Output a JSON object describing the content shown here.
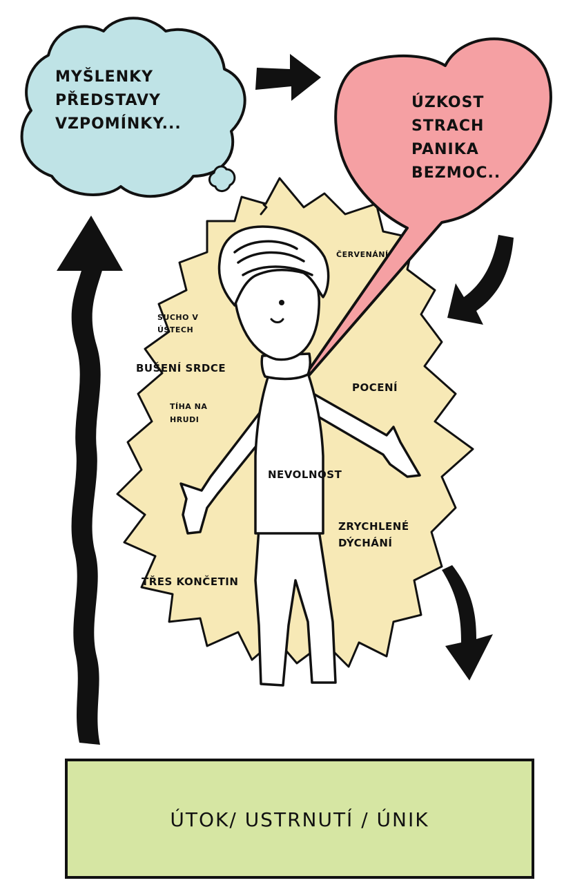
{
  "thoughts": {
    "lines": [
      "MYŠLENKY",
      "PŘEDSTAVY",
      "VZPOMÍNKY..."
    ],
    "color": "#bfe3e6"
  },
  "emotions": {
    "lines": [
      "ÚZKOST",
      "STRACH",
      "PANIKA",
      "BEZMOC.."
    ],
    "color": "#f5a0a3"
  },
  "body_symptoms": {
    "color": "#f7e9b6",
    "redness": "ČERVENÁNÍ",
    "dry_mouth": [
      "SUCHO V",
      "ÚSTECH"
    ],
    "heart_pounding": "BUŠENÍ SRDCE",
    "sweating": "POCENÍ",
    "chest_weight": [
      "TÍHA NA",
      "HRUDI"
    ],
    "nausea": "NEVOLNOST",
    "fast_breathing": [
      "ZRYCHLENÉ",
      "DÝCHÁNÍ"
    ],
    "limb_tremor": "TŘES KONČETIN"
  },
  "reaction": {
    "label": "ÚTOK/ USTRNUTÍ / ÚNIK",
    "color": "#d6e6a3"
  }
}
